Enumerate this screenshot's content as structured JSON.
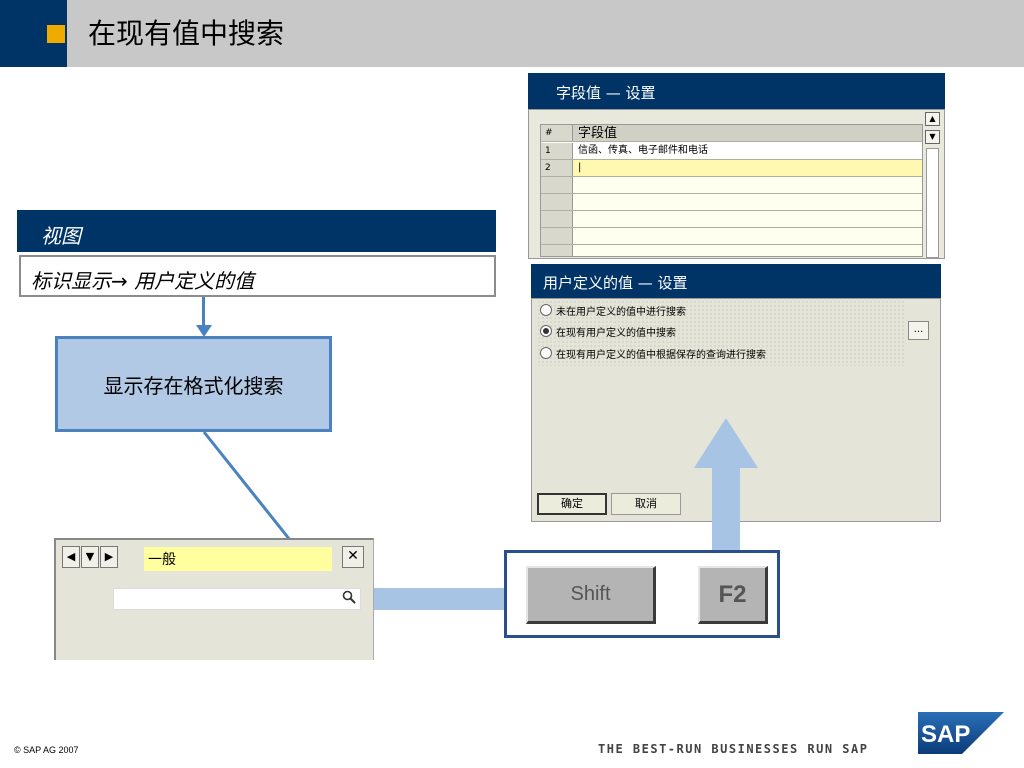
{
  "title": "在现有值中搜索",
  "view": {
    "header": "视图",
    "path": "标识显示→  用户定义的值"
  },
  "format_search_box": "显示存在格式化搜索",
  "field_values_dialog": {
    "title": "字段值  —  设置",
    "col_num": "#",
    "col_value": "字段值",
    "rows": [
      {
        "num": "1",
        "value": "信函、传真、电子邮件和电话"
      },
      {
        "num": "2",
        "value": "|"
      }
    ]
  },
  "user_defined_dialog": {
    "title": "用户定义的值 — 设置",
    "options": [
      {
        "label": "未在用户定义的值中进行搜索",
        "selected": false
      },
      {
        "label": "在现有用户定义的值中搜索",
        "selected": true
      },
      {
        "label": "在现有用户定义的值中根据保存的查询进行搜索",
        "selected": false
      }
    ],
    "dots_button": "...",
    "ok": "确定",
    "cancel": "取消"
  },
  "search_window": {
    "field_value": "一般",
    "close": "✕",
    "search_icon": "magnifier-icon"
  },
  "keys": {
    "shift": "Shift",
    "f2": "F2"
  },
  "footer": {
    "copyright": "©  SAP AG 2007",
    "tagline": "THE BEST-RUN BUSINESSES RUN SAP",
    "logo": "SAP"
  },
  "colors": {
    "navy": "#003366",
    "accent": "#f0ab00",
    "light_blue": "#a8c4e4",
    "input_yellow": "#ffffa0"
  }
}
